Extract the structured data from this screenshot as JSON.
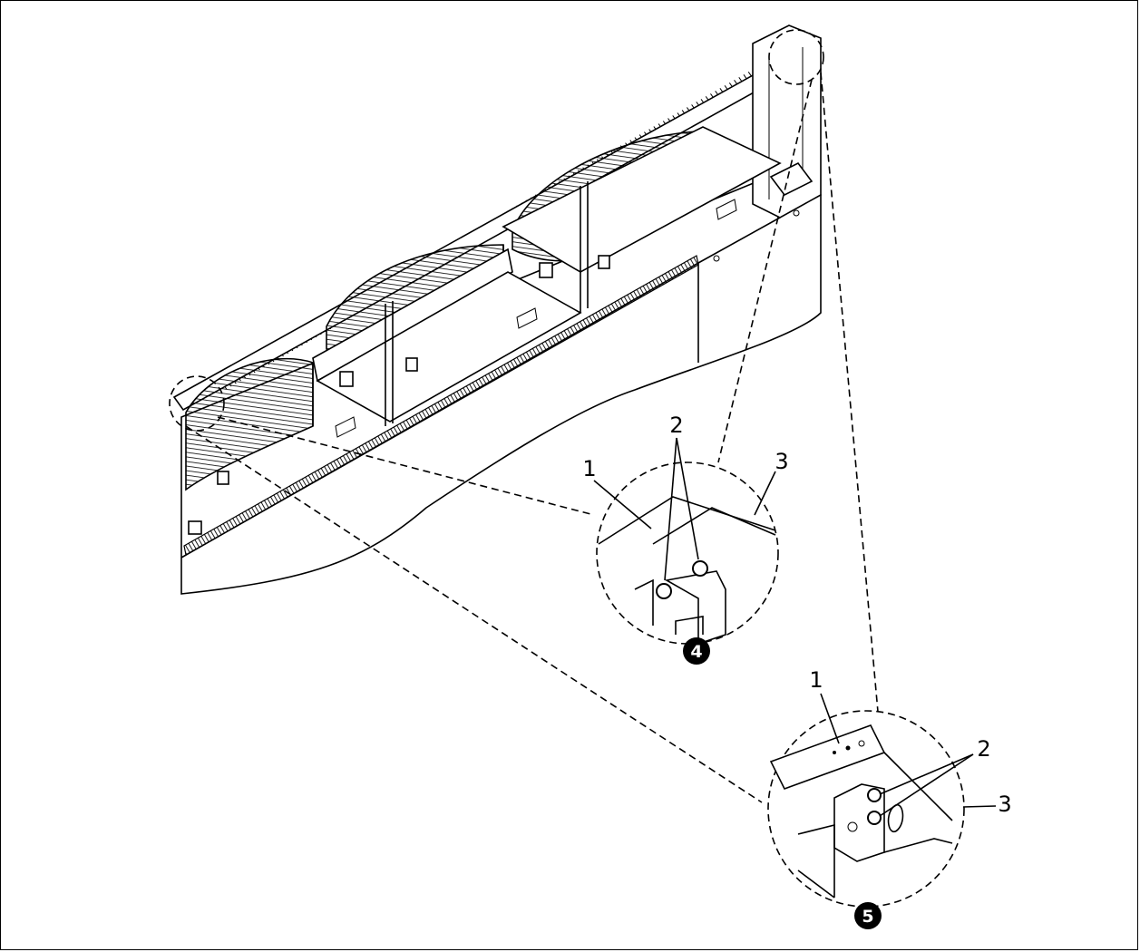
{
  "figure": {
    "detail_top": {
      "callouts": [
        "1",
        "2",
        "3"
      ],
      "badge": "4"
    },
    "detail_bottom": {
      "callouts": [
        "1",
        "2",
        "3"
      ],
      "badge": "5"
    }
  }
}
